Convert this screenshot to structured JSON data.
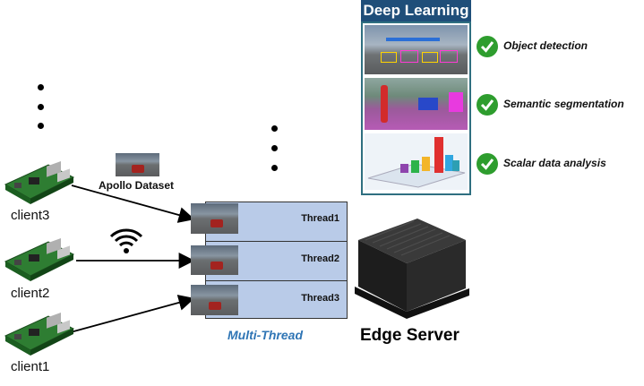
{
  "clients": [
    {
      "label": "client3"
    },
    {
      "label": "client2"
    },
    {
      "label": "client1"
    }
  ],
  "dataset": {
    "label": "Apollo  Dataset"
  },
  "threads": [
    {
      "label": "Thread1"
    },
    {
      "label": "Thread2"
    },
    {
      "label": "Thread3"
    }
  ],
  "multi_thread_label": "Multi-Thread",
  "edge_server_label": "Edge Server",
  "deep_learning": {
    "title": "Deep Learning",
    "tasks": [
      {
        "label": "Object detection"
      },
      {
        "label": "Semantic  segmentation"
      },
      {
        "label": "Scalar data analysis"
      }
    ]
  },
  "icons": [
    "raspberry-pi-icon",
    "wifi-icon",
    "check-icon",
    "edge-server-icon"
  ],
  "colors": {
    "thread_box": "#b9cbe8",
    "title_bg": "#1f4e79",
    "multi_thread": "#2f75b5",
    "check": "#2e9d2e"
  }
}
